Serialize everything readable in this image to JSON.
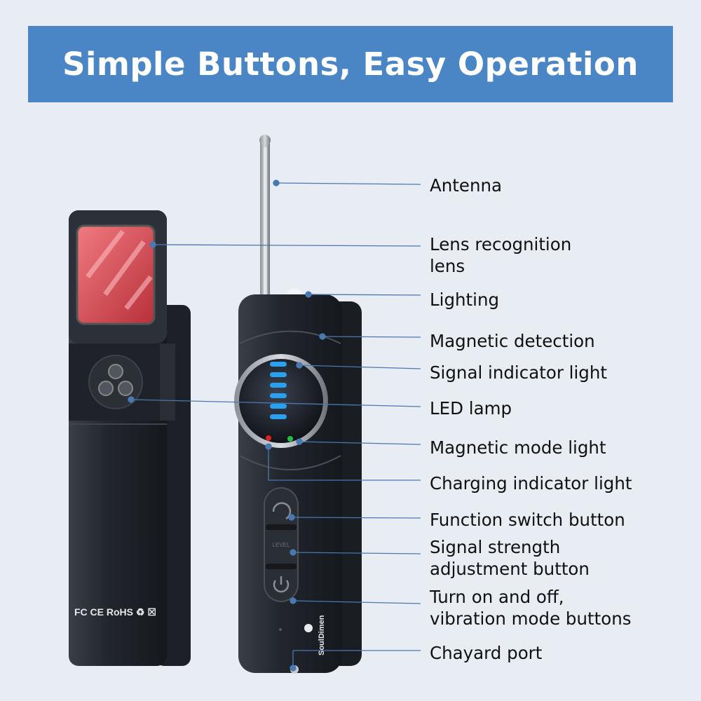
{
  "header": {
    "title": "Simple Buttons, Easy Operation"
  },
  "callouts": [
    {
      "text": "Antenna"
    },
    {
      "text": "Lens recognition\nlens"
    },
    {
      "text": "Lighting"
    },
    {
      "text": "Magnetic detection"
    },
    {
      "text": "Signal indicator light"
    },
    {
      "text": "LED lamp"
    },
    {
      "text": "Magnetic mode light"
    },
    {
      "text": "Charging indicator light"
    },
    {
      "text": "Function switch button"
    },
    {
      "text": "Signal strength\nadjustment button"
    },
    {
      "text": "Turn on and off,\nvibration mode buttons"
    },
    {
      "text": "Chayard port"
    }
  ],
  "device": {
    "certification_marks": "FC CE RoHS ♻ ☒",
    "brand": "SoulDimen",
    "button_label": "LEVEL"
  },
  "colors": {
    "banner": "#4a86c6",
    "background": "#e8edf3",
    "callout_line": "#4a78b0",
    "led_blue": "#2aa0f0",
    "led_red": "#e02020",
    "led_green": "#20c040",
    "lens_red": "#e8505a"
  }
}
